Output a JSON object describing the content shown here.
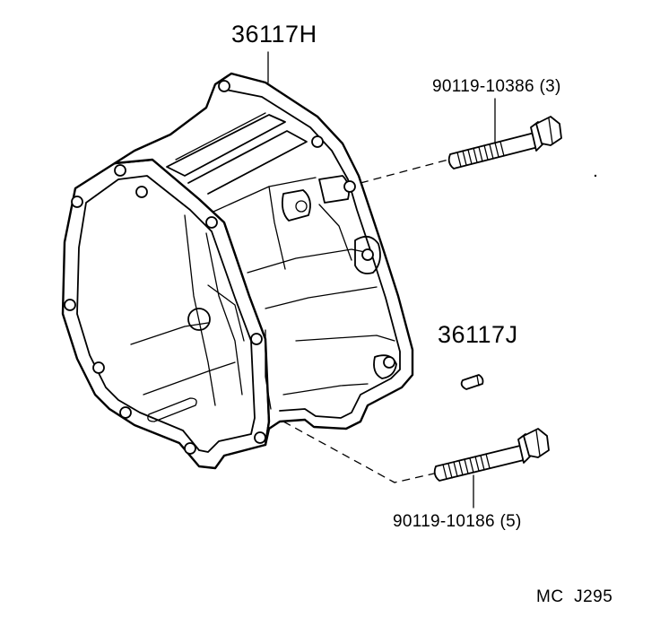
{
  "labels": {
    "housing": "36117H",
    "pin": "36117J",
    "bolt_top": "90119-10386 (3)",
    "bolt_bottom": "90119-10186 (5)",
    "diagram_code": "MC  J295"
  }
}
